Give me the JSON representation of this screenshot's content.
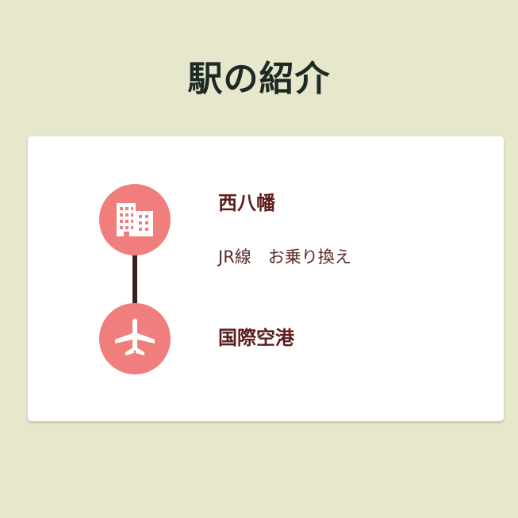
{
  "page": {
    "title": "駅の紹介"
  },
  "stations": [
    {
      "name": "西八幡",
      "note": "JR線　お乗り換え",
      "icon": "building-icon"
    },
    {
      "name": "国際空港",
      "note": "",
      "icon": "airplane-icon"
    }
  ],
  "colors": {
    "background": "#e7e7cc",
    "card": "#ffffff",
    "accent": "#f07e7c",
    "connector": "#3a2020",
    "station_text": "#5c1d1d"
  }
}
